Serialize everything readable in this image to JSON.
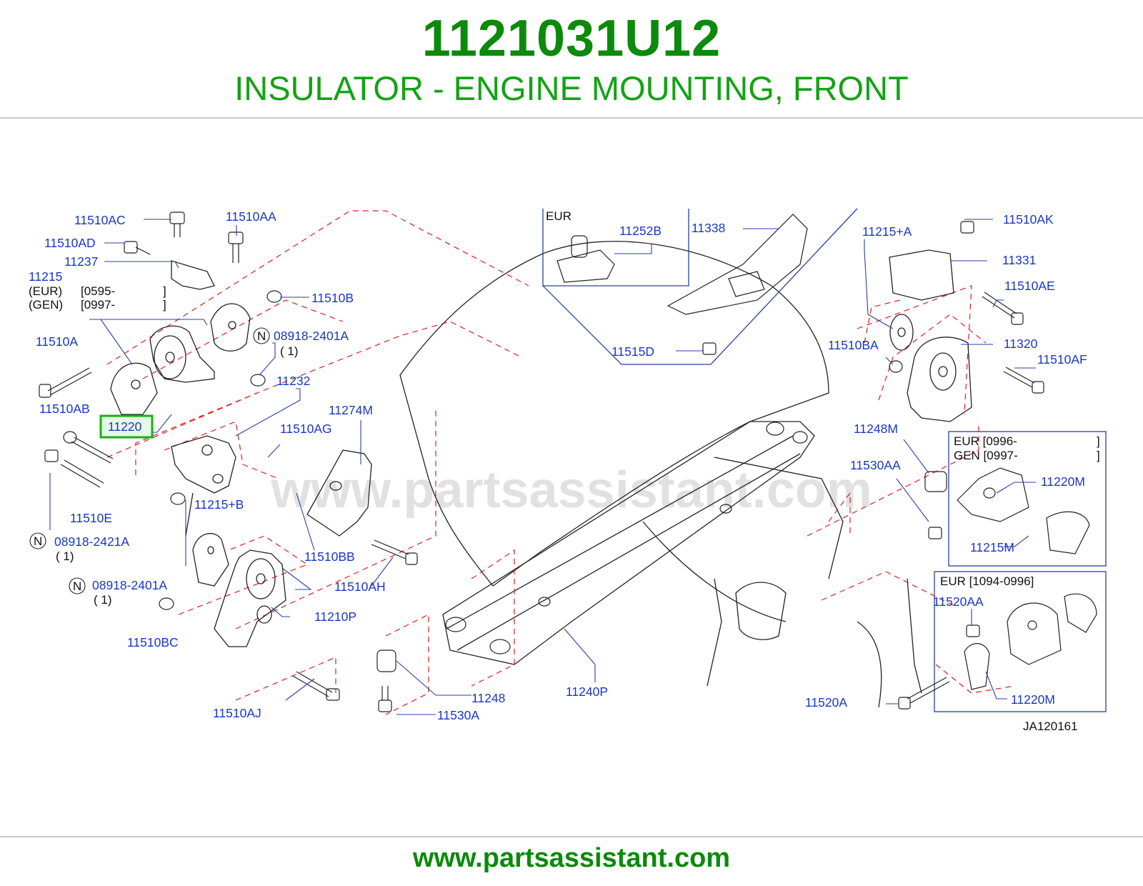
{
  "header": {
    "part_number": "1121031U12",
    "part_name": "INSULATOR - ENGINE MOUNTING, FRONT"
  },
  "diagram": {
    "highlighted_part": "11220",
    "watermark": "www.partsassistant.com",
    "diagram_code": "JA120161",
    "colors": {
      "label": "#1a36c8",
      "highlight": "#13b313",
      "title": "#0b8a0b",
      "dashed_line": "#e02020"
    },
    "callouts": [
      {
        "id": "c1",
        "text": "11510AC"
      },
      {
        "id": "c2",
        "text": "11510AA"
      },
      {
        "id": "c3",
        "text": "11510AD"
      },
      {
        "id": "c4",
        "text": "11237"
      },
      {
        "id": "c5",
        "text": "11215"
      },
      {
        "id": "c6",
        "text": "11510B"
      },
      {
        "id": "c7",
        "text": "11510A"
      },
      {
        "id": "c8",
        "text": "08918-2401A"
      },
      {
        "id": "c9",
        "text": "11232"
      },
      {
        "id": "c10",
        "text": "11510AB"
      },
      {
        "id": "c11",
        "text": "11274M"
      },
      {
        "id": "c12",
        "text": "11510AG"
      },
      {
        "id": "c13",
        "text": "11510E"
      },
      {
        "id": "c14",
        "text": "08918-2421A"
      },
      {
        "id": "c15",
        "text": "11215+B"
      },
      {
        "id": "c16",
        "text": "11510BB"
      },
      {
        "id": "c17",
        "text": "11510AH"
      },
      {
        "id": "c18",
        "text": "08918-2401A"
      },
      {
        "id": "c19",
        "text": "11210P"
      },
      {
        "id": "c20",
        "text": "11510BC"
      },
      {
        "id": "c21",
        "text": "11248"
      },
      {
        "id": "c22",
        "text": "11240P"
      },
      {
        "id": "c23",
        "text": "11510AJ"
      },
      {
        "id": "c24",
        "text": "11530A"
      },
      {
        "id": "c25",
        "text": "11252B"
      },
      {
        "id": "c26",
        "text": "11338"
      },
      {
        "id": "c27",
        "text": "11515D"
      },
      {
        "id": "c28",
        "text": "11215+A"
      },
      {
        "id": "c29",
        "text": "11510AK"
      },
      {
        "id": "c30",
        "text": "11331"
      },
      {
        "id": "c31",
        "text": "11510AE"
      },
      {
        "id": "c32",
        "text": "11510BA"
      },
      {
        "id": "c33",
        "text": "11320"
      },
      {
        "id": "c34",
        "text": "11510AF"
      },
      {
        "id": "c35",
        "text": "11248M"
      },
      {
        "id": "c36",
        "text": "11530AA"
      },
      {
        "id": "c37",
        "text": "11220M"
      },
      {
        "id": "c38",
        "text": "11215M"
      },
      {
        "id": "c39",
        "text": "11520AA"
      },
      {
        "id": "c40",
        "text": "11520A"
      },
      {
        "id": "c41",
        "text": "11220M"
      }
    ],
    "notes": [
      {
        "id": "n1",
        "text": "(EUR)"
      },
      {
        "id": "n2",
        "text": "[0595-"
      },
      {
        "id": "n3",
        "text": "]"
      },
      {
        "id": "n4",
        "text": "(GEN)"
      },
      {
        "id": "n5",
        "text": "[0997-"
      },
      {
        "id": "n6",
        "text": "]"
      },
      {
        "id": "n7",
        "text": "( 1)"
      },
      {
        "id": "n8",
        "text": "( 1)"
      },
      {
        "id": "n9",
        "text": "( 1)"
      },
      {
        "id": "n10",
        "text": "EUR"
      },
      {
        "id": "n11",
        "text": "EUR [0996-"
      },
      {
        "id": "n12",
        "text": "]"
      },
      {
        "id": "n13",
        "text": "GEN [0997-"
      },
      {
        "id": "n14",
        "text": "]"
      },
      {
        "id": "n15",
        "text": "EUR [1094-0996]"
      },
      {
        "id": "n16",
        "text": "N"
      },
      {
        "id": "n17",
        "text": "N"
      },
      {
        "id": "n18",
        "text": "N"
      }
    ]
  },
  "footer": {
    "url": "www.partsassistant.com"
  }
}
